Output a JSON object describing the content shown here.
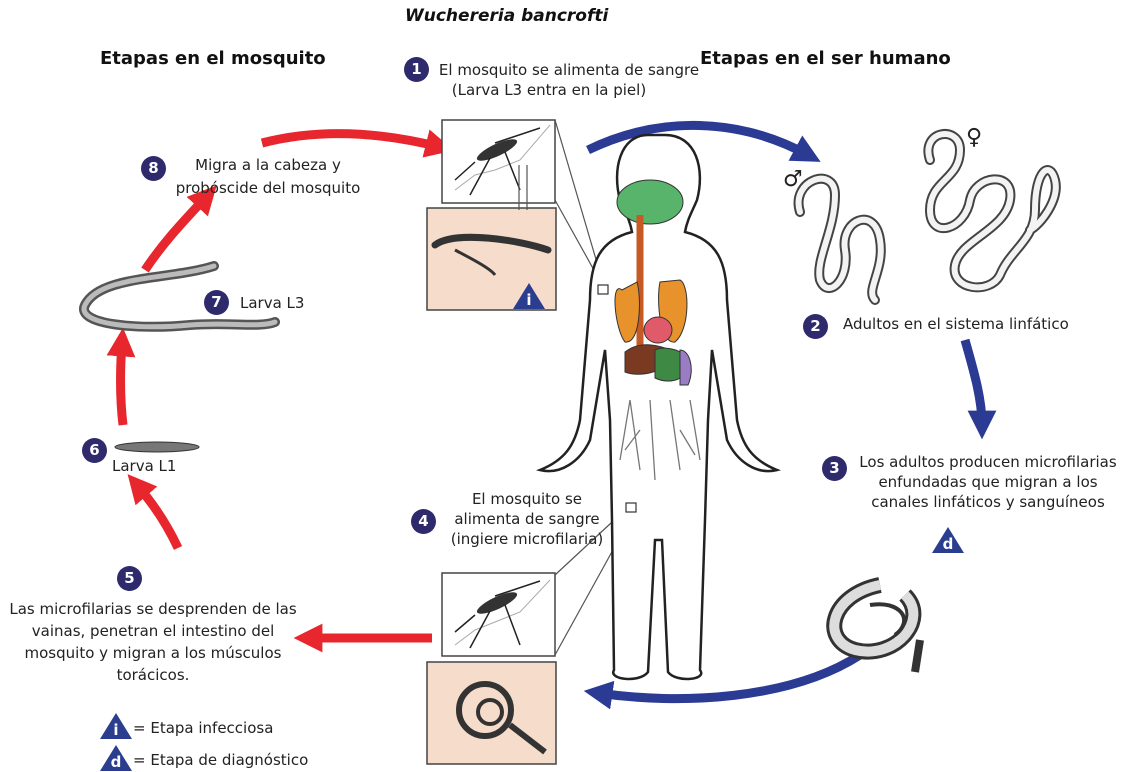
{
  "title": "Wuchereria bancrofti",
  "headers": {
    "mosquito": "Etapas en el mosquito",
    "human": "Etapas en el ser humano"
  },
  "steps": [
    {
      "num": "1",
      "text": "El mosquito se alimenta de sangre (Larva L3 entra en la piel)"
    },
    {
      "num": "2",
      "text": "Adultos en el sistema linfático"
    },
    {
      "num": "3",
      "text": "Los adultos producen microfilarias enfundadas que migran a los canales linfáticos y sanguíneos"
    },
    {
      "num": "4",
      "text": "El mosquito se alimenta de sangre (ingiere microfilaria)"
    },
    {
      "num": "5",
      "text": "Las microfilarias se desprenden de las vainas, penetran el intestino del mosquito y migran a los músculos torácicos."
    },
    {
      "num": "6",
      "text": "Larva L1"
    },
    {
      "num": "7",
      "text": "Larva L3"
    },
    {
      "num": "8",
      "text": "Migra a la cabeza y probóscide del mosquito"
    }
  ],
  "stage_markers": {
    "infective": "i",
    "diagnostic": "d"
  },
  "sex_symbols": {
    "male": "♂",
    "female": "♀"
  },
  "legend": [
    {
      "symbol": "i",
      "text": "= Etapa infecciosa"
    },
    {
      "symbol": "d",
      "text": "= Etapa de diagnóstico"
    }
  ],
  "colors": {
    "human_cycle_arrow": "#2b3a93",
    "mosquito_cycle_arrow": "#e8262d",
    "step_badge": "#2e2a6b",
    "inset_background": "#f6dccb",
    "lungs": "#e8922c",
    "brain": "#58b46a"
  }
}
